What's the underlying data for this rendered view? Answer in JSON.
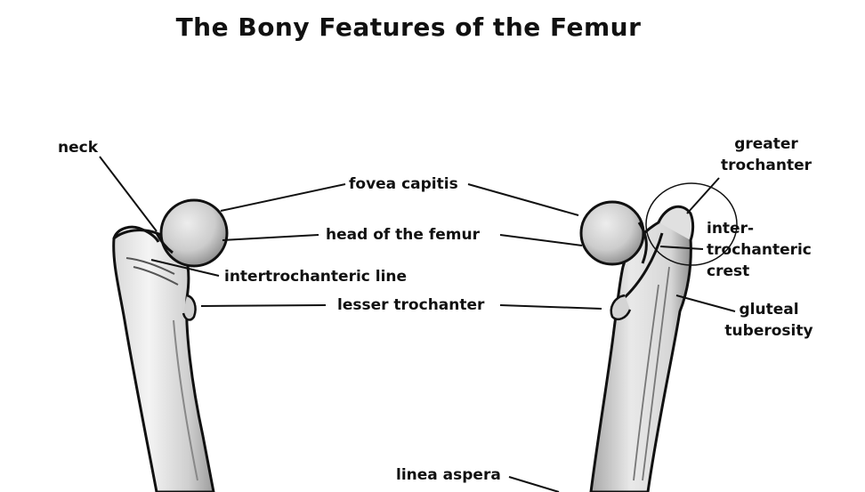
{
  "title": "The Bony Features of the Femur",
  "labels": {
    "neck": "neck",
    "fovea_capitis": "fovea capitis",
    "head_of_femur": "head of the femur",
    "intertrochanteric_line": "intertrochanteric line",
    "lesser_trochanter": "lesser trochanter",
    "linea_aspera": "linea aspera",
    "greater_trochanter_1": "greater",
    "greater_trochanter_2": "trochanter",
    "intertrochanteric_crest_1": "inter-",
    "intertrochanteric_crest_2": "trochanteric",
    "intertrochanteric_crest_3": "crest",
    "gluteal_tuberosity_1": "gluteal",
    "gluteal_tuberosity_2": "tuberosity"
  },
  "colors": {
    "ink": "#111111",
    "bone_light": "#f2f2f2",
    "bone_mid": "#d2d2d2",
    "bone_dark": "#9a9a9a"
  }
}
